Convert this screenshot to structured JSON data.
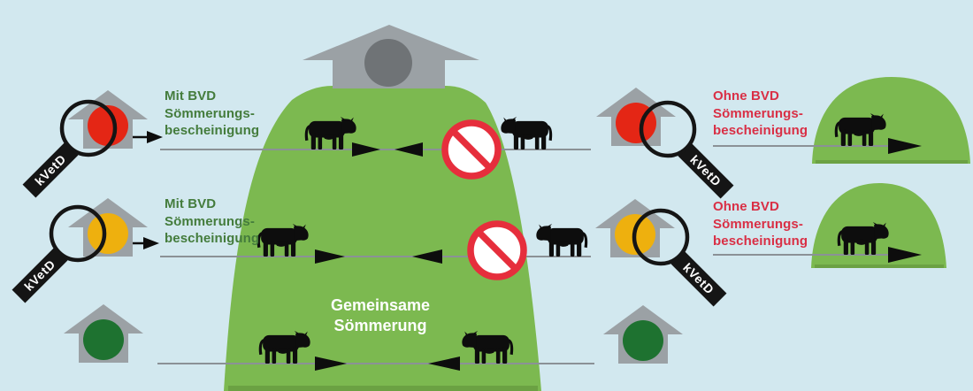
{
  "labels": {
    "left_top": {
      "line1": "Mit BVD",
      "line2": "Sömmerungs-",
      "line3": "bescheinigung"
    },
    "left_middle": {
      "line1": "Mit BVD",
      "line2": "Sömmerungs-",
      "line3": "bescheinigung"
    },
    "right_top": {
      "line1": "Ohne BVD",
      "line2": "Sömmerungs-",
      "line3": "bescheinigung"
    },
    "right_middle": {
      "line1": "Ohne BVD",
      "line2": "Sömmerungs-",
      "line3": "bescheinigung"
    },
    "alp": {
      "line1": "Gemeinsame",
      "line2": "Sömmerung"
    }
  },
  "magnifier": {
    "label": "kVetD"
  },
  "colors": {
    "background": "#d2e8ef",
    "alp_green": "#7cb950",
    "alp_green_edge": "#6ba143",
    "house_gray": "#9ba1a5",
    "barn_circle_gray": "#6f7376",
    "status_red": "#e42615",
    "status_yellow": "#eeb00e",
    "status_dark_green": "#1e7230",
    "text_green": "#447c3c",
    "text_red": "#d92f45",
    "prohibition_red": "#e62e3c",
    "line_gray": "#8b9196",
    "silhouette_black": "#0d0d0d"
  },
  "icons": {
    "cow": "cow-icon",
    "house": "house-icon",
    "barn": "barn-icon",
    "magnifier": "magnifier-icon",
    "no_entry": "no-entry-icon",
    "arrow": "arrow-icon"
  }
}
